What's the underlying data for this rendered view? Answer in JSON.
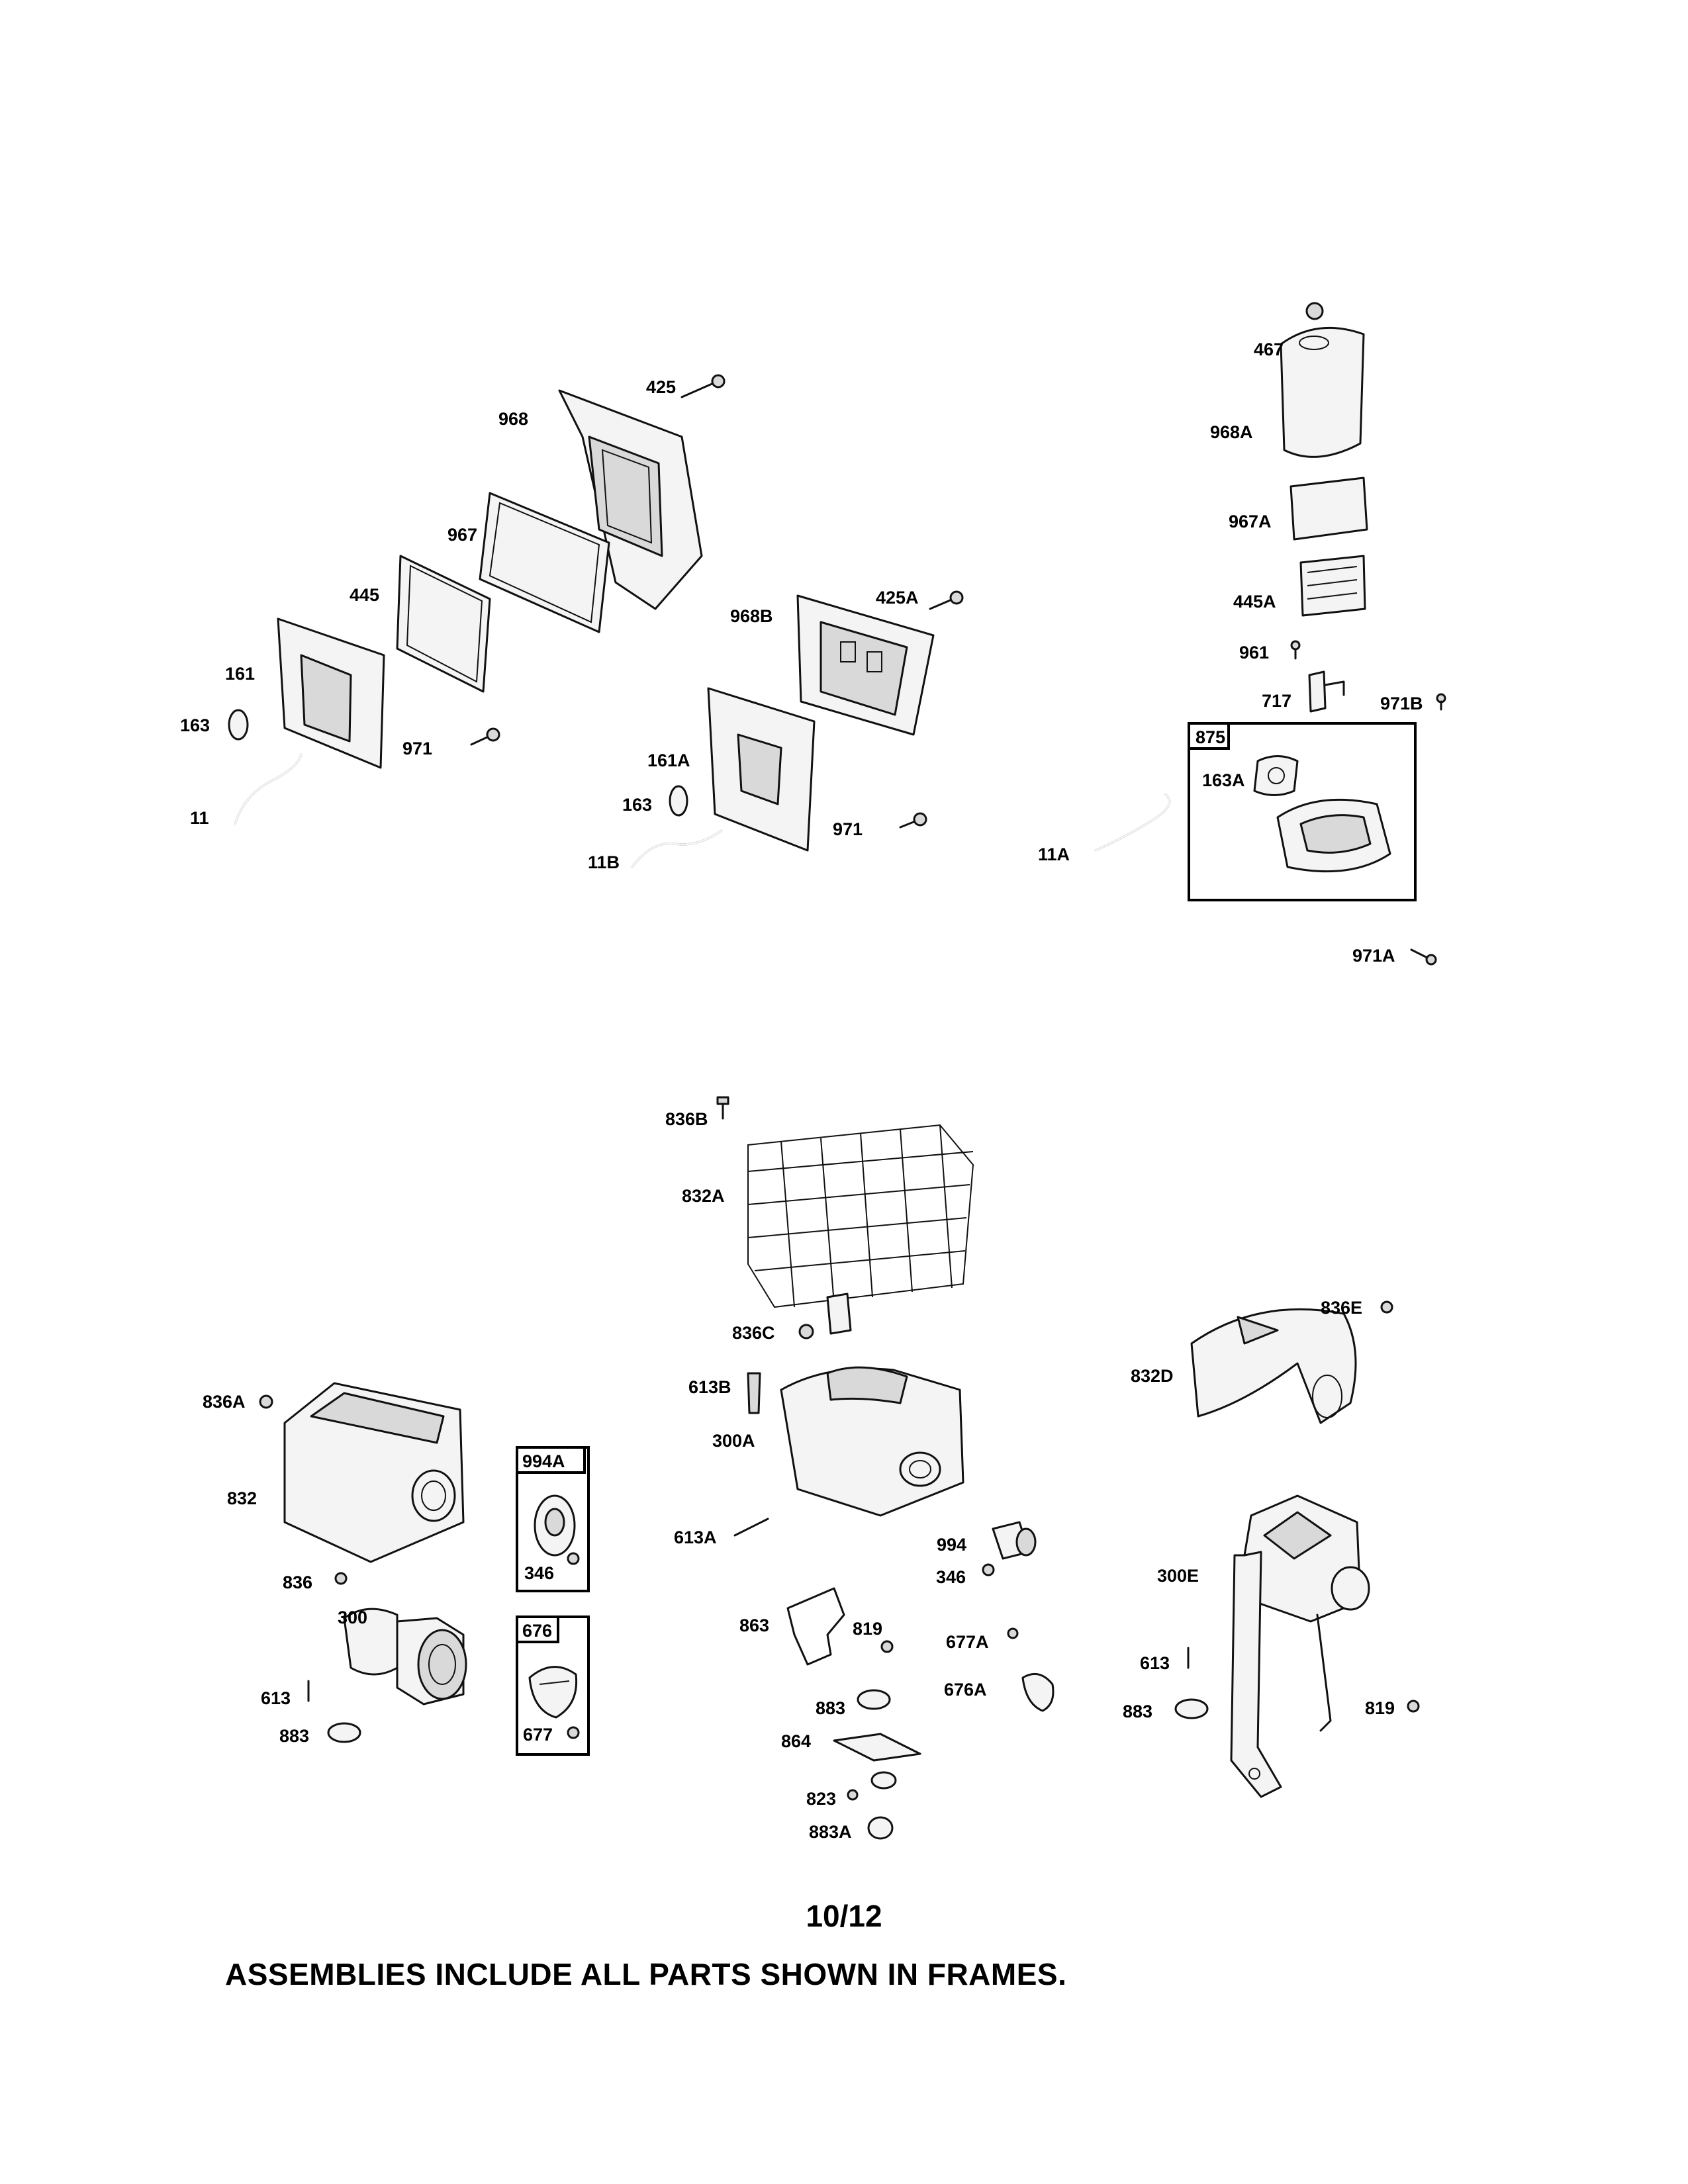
{
  "page": {
    "page_number": "10/12",
    "footer_note": "ASSEMBLIES INCLUDE ALL PARTS SHOWN IN FRAMES."
  },
  "labels": {
    "p425": "425",
    "p968": "968",
    "p967": "967",
    "p445": "445",
    "p161": "161",
    "p163": "163",
    "p971": "971",
    "p11": "11",
    "p968B": "968B",
    "p425A": "425A",
    "p161A": "161A",
    "p163b": "163",
    "p971b": "971",
    "p11B": "11B",
    "p467": "467",
    "p968A": "968A",
    "p967A": "967A",
    "p445A": "445A",
    "p961": "961",
    "p717": "717",
    "p971B": "971B",
    "p875": "875",
    "p163A": "163A",
    "p11A": "11A",
    "p971A": "971A",
    "p836B": "836B",
    "p832A": "832A",
    "p836C": "836C",
    "p613B": "613B",
    "p300A": "300A",
    "p613A": "613A",
    "p994": "994",
    "p346": "346",
    "p863": "863",
    "p819": "819",
    "p677A": "677A",
    "p676A": "676A",
    "p883": "883",
    "p864": "864",
    "p823": "823",
    "p883A": "883A",
    "p836A": "836A",
    "p832": "832",
    "p836": "836",
    "p994A": "994A",
    "p346b": "346",
    "p300": "300",
    "p613": "613",
    "p883b": "883",
    "p676": "676",
    "p677": "677",
    "p836E": "836E",
    "p832D": "832D",
    "p300E": "300E",
    "p613c": "613",
    "p883c": "883",
    "p819b": "819"
  }
}
